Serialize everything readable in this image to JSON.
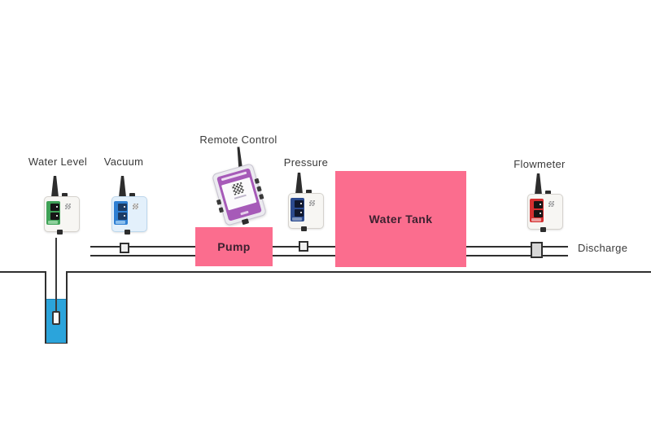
{
  "diagram": {
    "devices": {
      "water_level": {
        "label": "Water Level",
        "panel_color": "#3fa257"
      },
      "vacuum": {
        "label": "Vacuum",
        "panel_color": "#2f7fd2"
      },
      "remote_control": {
        "label": "Remote Control",
        "panel_color": "#a65ab8"
      },
      "pressure": {
        "label": "Pressure",
        "panel_color": "#2c4b8f"
      },
      "flowmeter": {
        "label": "Flowmeter",
        "panel_color": "#d42f2f"
      }
    },
    "equipment": {
      "pump": {
        "label": "Pump",
        "color": "#fb6d8e"
      },
      "water_tank": {
        "label": "Water Tank",
        "color": "#fb6d8e"
      }
    },
    "annotations": {
      "discharge": "Discharge"
    },
    "colors": {
      "background": "#ffffff",
      "line": "#2f2f2f",
      "well_water": "#2ba4db",
      "equipment_pink": "#fb6d8e",
      "equipment_text": "#3d2130",
      "label_text": "#3a3a3a"
    }
  }
}
